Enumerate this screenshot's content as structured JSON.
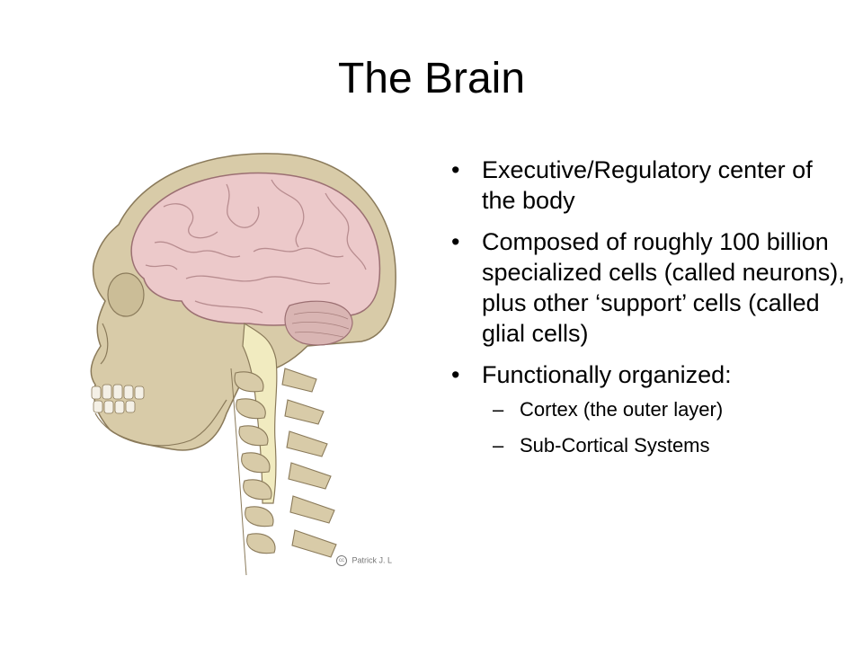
{
  "title": "The Brain",
  "bullets": [
    {
      "text": "Executive/Regulatory center of the body"
    },
    {
      "text": "Composed of roughly 100 billion specialized cells (called neurons), plus other ‘support’ cells (called glial cells)"
    },
    {
      "text": "Functionally organized:",
      "sub": [
        "Cortex (the outer layer)",
        "Sub-Cortical Systems"
      ]
    }
  ],
  "image_credit": "Patrick J. L",
  "icons": {
    "credit": "creative-commons-icon"
  },
  "colors": {
    "bone": "#d8cba8",
    "brain": "#ecc9ca",
    "cord": "#f1ebc0",
    "outline": "#8a7a5a"
  }
}
